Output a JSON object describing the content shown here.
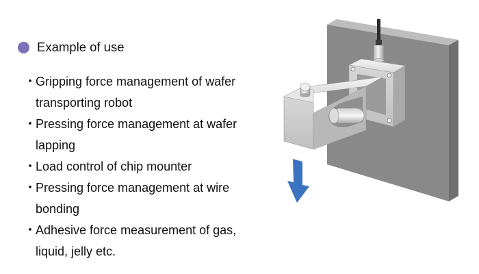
{
  "section": {
    "title": "Example of use",
    "bullet_color": "#7b72b8"
  },
  "uses": [
    {
      "line1": "Gripping force management of wafer",
      "line2": "transporting robot"
    },
    {
      "line1": "Pressing force management at wafer",
      "line2": "lapping"
    },
    {
      "line1": "Load control of chip mounter",
      "line2": ""
    },
    {
      "line1": "Pressing force management at wire",
      "line2": "bonding"
    },
    {
      "line1": "Adhesive force measurement of gas,",
      "line2": "liquid, jelly etc."
    }
  ],
  "list_marker": "・",
  "illustration": {
    "wall_color": "#898989",
    "arrow_color": "#3a73c0",
    "arrow_direction": "down"
  }
}
